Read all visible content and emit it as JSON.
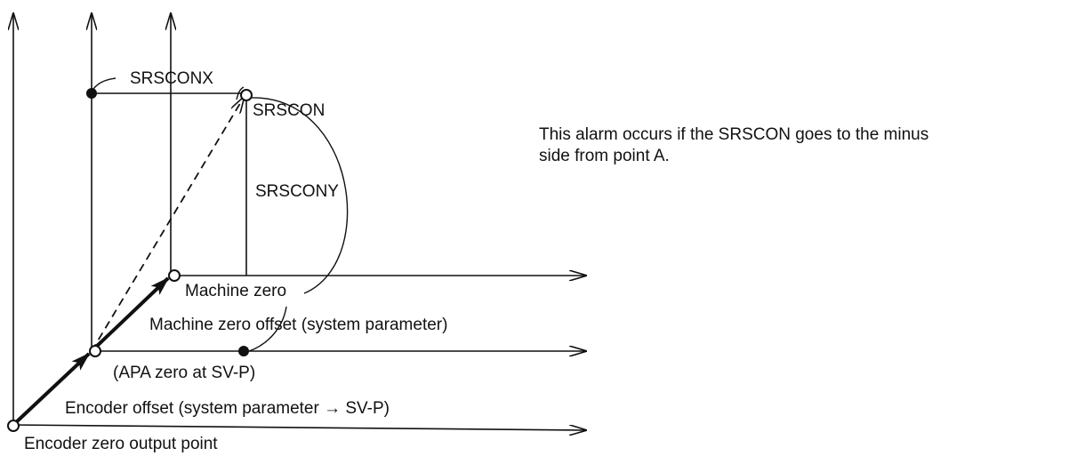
{
  "diagram": {
    "labels": {
      "srsconx": "SRSCONX",
      "srscon": "SRSCON",
      "srscony": "SRSCONY",
      "machine_zero": "Machine zero",
      "machine_zero_offset": "Machine zero offset (system parameter)",
      "apa_zero": "(APA zero at SV-P)",
      "encoder_offset": "Encoder offset (system parameter → SV-P)",
      "encoder_zero": "Encoder zero output point"
    },
    "colors": {
      "ink": "#111111",
      "background": "#ffffff"
    }
  },
  "note": {
    "line1": "This alarm occurs if the SRSCON goes to the minus",
    "line2": "side from point A."
  }
}
